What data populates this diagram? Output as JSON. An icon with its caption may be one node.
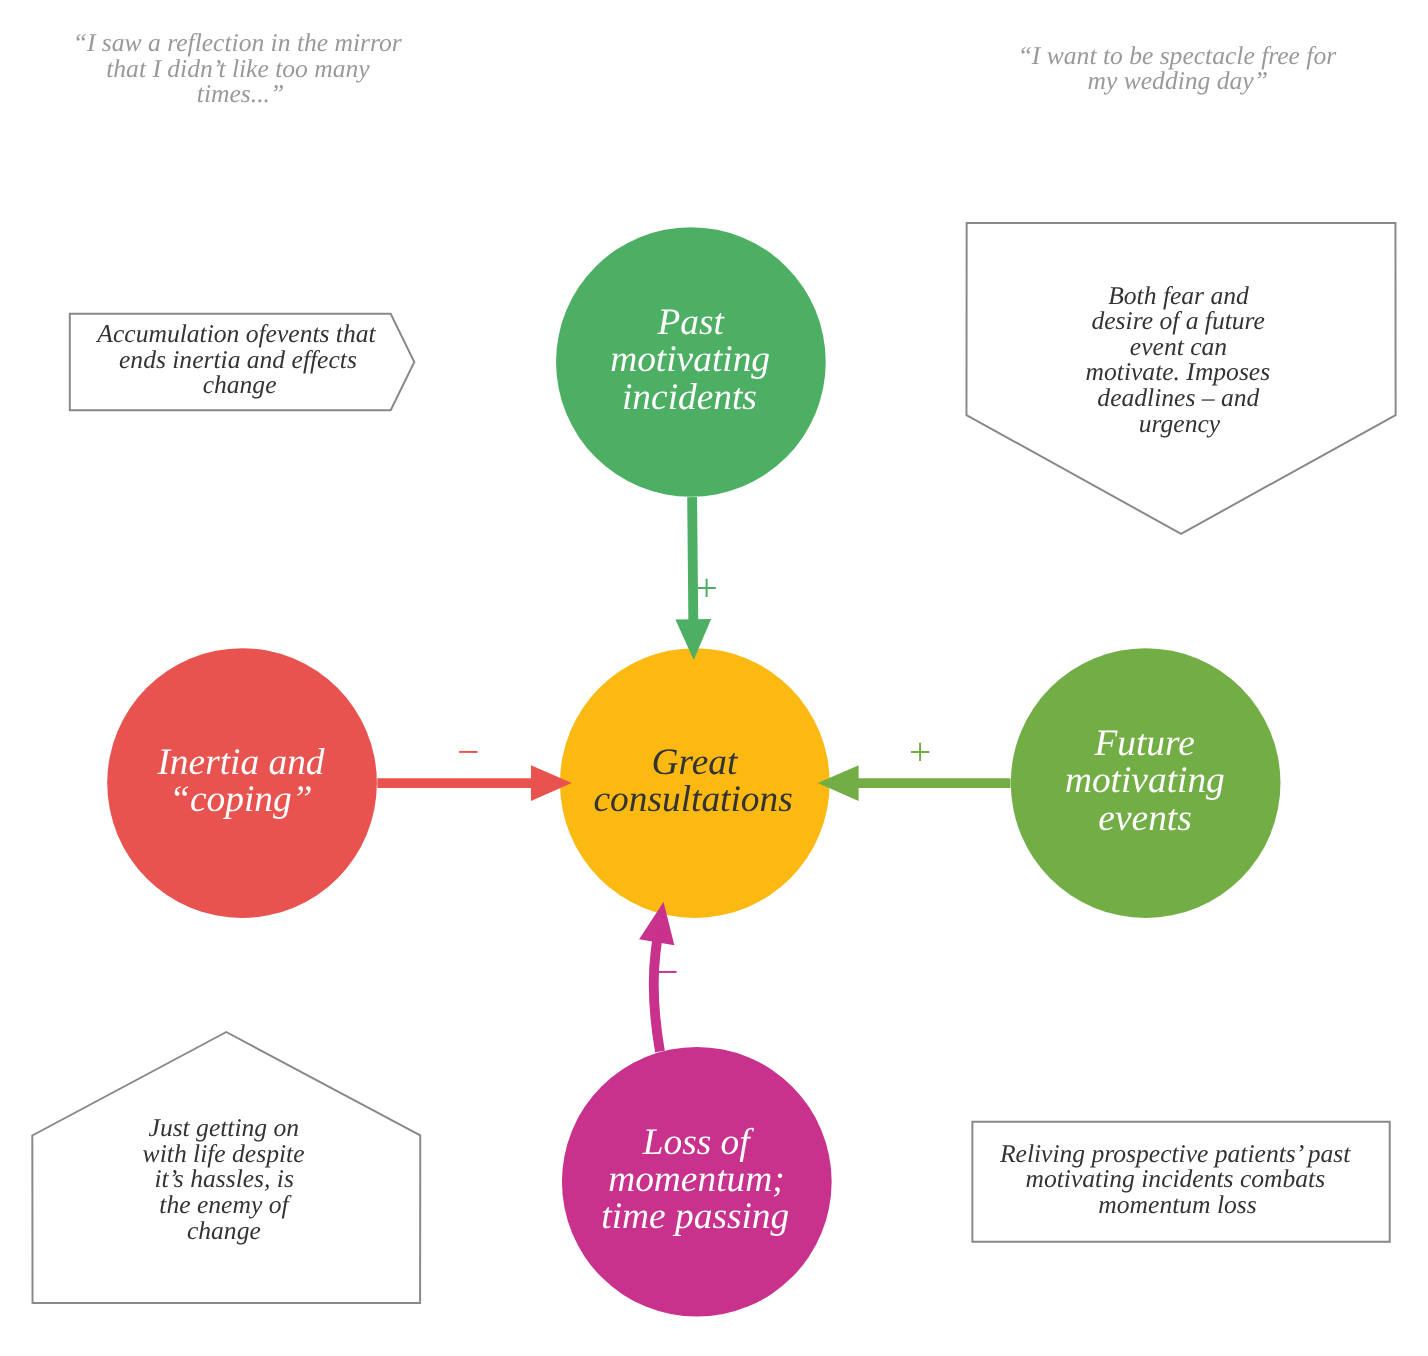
{
  "diagram": {
    "nodes": [
      {
        "text": [
          "Past motivating incidents"
        ]
      },
      {
        "text": [
          "Accumulation ofevents that ends inertia and effects change"
        ]
      },
      {
        "text": [
          "Inertia and “coping”"
        ]
      },
      {
        "text": [
          "Great consultations"
        ]
      },
      {
        "text": [
          "Future motivating events"
        ]
      },
      {
        "text": [
          "Both fear and desire of a future event can motivate. Imposes deadlines – and urgency"
        ]
      },
      {
        "text": [
          "Just getting on with life despite it’s hassles, is the enemy of change"
        ]
      },
      {
        "text": [
          "Loss of momentum; time passing"
        ]
      },
      {
        "text": [
          "Reliving prospective patients’ past motivating incidents combats momentum loss"
        ]
      }
    ],
    "edges": [
      {
        "from": 0,
        "to": 3,
        "arrow": "to",
        "label": "+",
        "color": "#4caf63"
      },
      {
        "from": 2,
        "to": 3,
        "arrow": "to",
        "label": "−",
        "color": "#e8534f"
      },
      {
        "from": 4,
        "to": 3,
        "arrow": "to",
        "label": "+",
        "color": "#72ad46"
      },
      {
        "from": 7,
        "to": 3,
        "arrow": "to",
        "label": "−",
        "color": "#c8318c"
      }
    ],
    "labels": [
      "“I want to be spectacle free for my wedding day”",
      "“I saw a reflection in the mirror that I didn’t like too many times...”"
    ]
  }
}
